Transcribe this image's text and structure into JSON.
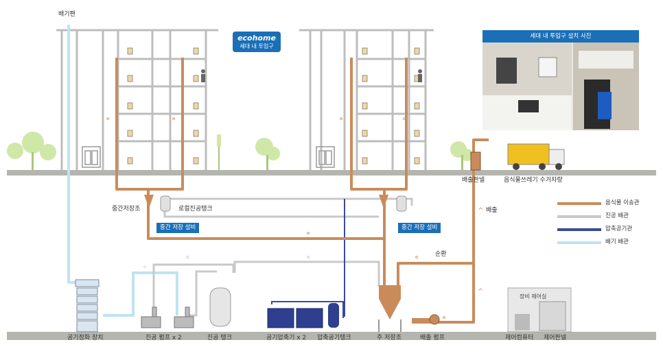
{
  "labels": {
    "exhaust_fan": "배기팬",
    "intermediate_storage": "중간저장조",
    "local_vacuum_tank": "로컬진공탱크",
    "intermediate_facility_1": "중간 저장 설비",
    "intermediate_facility_2": "중간 저장 설비",
    "discharge_panel": "배출판넬",
    "collection_truck": "음식물쓰레기 수거차량",
    "discharge": "배출",
    "circulation": "순환",
    "air_purifier": "공기정화 장치",
    "vacuum_pump": "진공 펌프 x 2",
    "vacuum_tank": "진공 탱크",
    "air_compressor": "공기압축기 x 2",
    "compressed_air_tank": "압축공기탱크",
    "main_storage": "주 저장조",
    "discharge_pump": "배출 펌프",
    "control_room": "장비 제어실",
    "control_computer": "제어컴퓨터",
    "control_panel": "제어판넬"
  },
  "ecohome": {
    "title": "ecohome",
    "subtitle": "세대 내 투입구"
  },
  "photo": {
    "title": "세대 내 투입구 설치 사진"
  },
  "legend": [
    {
      "label": "음식물 이송관",
      "color": "#c98b5a"
    },
    {
      "label": "진공 배관",
      "color": "#c8c8c8"
    },
    {
      "label": "압축공기관",
      "color": "#3a4a9a"
    },
    {
      "label": "배기 배관",
      "color": "#bfe3f3"
    }
  ],
  "colors": {
    "food_pipe": "#c98b5a",
    "vacuum_pipe": "#c8c8c8",
    "air_pipe": "#3a4a9a",
    "exhaust_pipe": "#bfe3f3",
    "ground": "#b5b5b0",
    "building": "#bdbdbd",
    "tree": "#cfe8a8",
    "accent": "#1a6fb7"
  }
}
